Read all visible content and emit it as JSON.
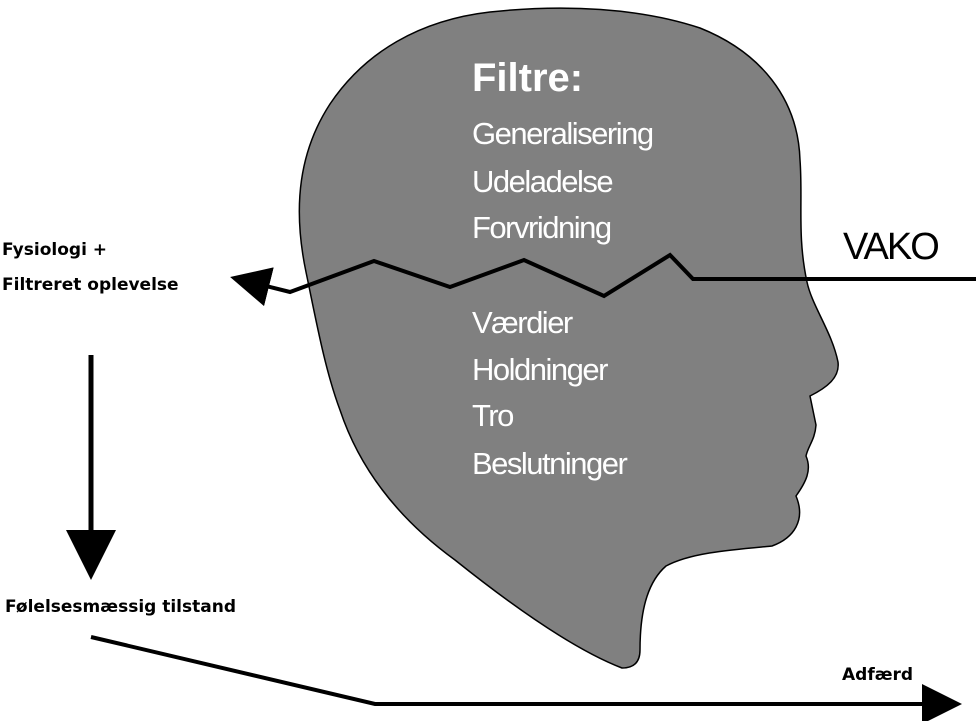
{
  "colors": {
    "head_fill": "#808080",
    "outline": "#000000",
    "head_text": "#ffffff",
    "background": "#ffffff"
  },
  "input_label": "VAKO",
  "filters": {
    "title": "Filtre:",
    "upper": [
      "Generalisering",
      "Udeladelse",
      "Forvridning"
    ],
    "lower": [
      "Værdier",
      "Holdninger",
      "Tro",
      "Beslutninger"
    ]
  },
  "outputs": {
    "physiology_line1": "Fysiologi +",
    "physiology_line2": "Filtreret oplevelse",
    "emotional_state": "Følelsesmæssig tilstand",
    "behavior": "Adfærd"
  }
}
